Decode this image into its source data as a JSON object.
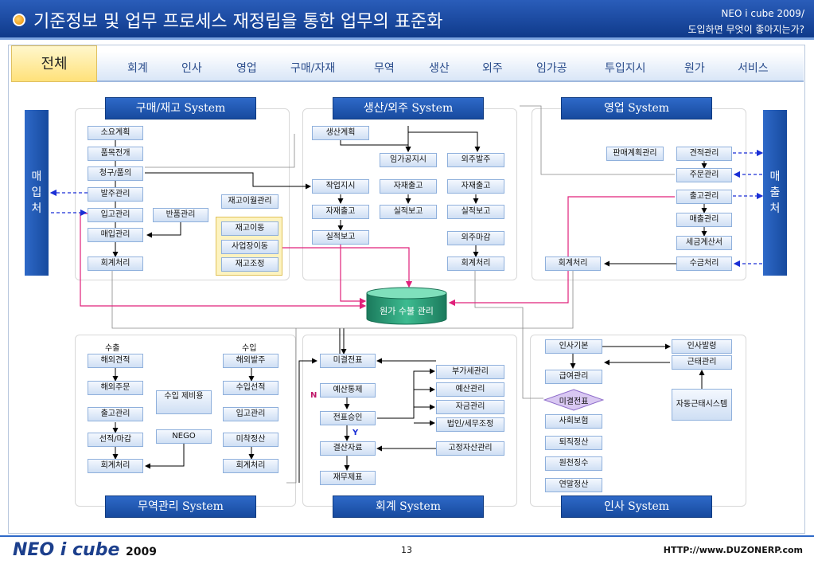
{
  "header": {
    "title": "기준정보 및 업무 프로세스 재정립을 통한 업무의 표준화",
    "sub1": "NEO i cube 2009/",
    "sub2": "도입하면 무엇이 좋아지는가?"
  },
  "tabs": {
    "active": "전체",
    "items": [
      "회계",
      "인사",
      "영업",
      "구매/자재",
      "무역",
      "생산",
      "외주",
      "임가공",
      "투입지시",
      "원가",
      "서비스"
    ]
  },
  "side": {
    "left": [
      "매",
      "입",
      "처"
    ],
    "right": [
      "매",
      "출",
      "처"
    ]
  },
  "panels": {
    "purchase": "구매/재고 System",
    "production": "생산/외주 System",
    "sales": "영업 System",
    "trade": "무역관리 System",
    "accounting": "회계 System",
    "hr": "인사 System"
  },
  "purchase": [
    "소요계획",
    "품목전개",
    "청구/품의",
    "발주관리",
    "입고관리",
    "매입관리",
    "회계처리",
    "반품관리",
    "재고이월관리",
    "재고이동",
    "사업장이동",
    "재고조정"
  ],
  "production": [
    "생산계획",
    "임가공지시",
    "외주발주",
    "작업지시",
    "자재출고",
    "자재출고",
    "자재출고",
    "실적보고",
    "실적보고",
    "실적보고",
    "외주마감",
    "회계처리"
  ],
  "sales": [
    "판매계획관리",
    "견적관리",
    "주문관리",
    "출고관리",
    "매출관리",
    "세금계산서",
    "회계처리",
    "수금처리"
  ],
  "cost_db": "원가 수불 관리",
  "trade": {
    "export_label": "수출",
    "import_label": "수입",
    "export": [
      "해외견적",
      "해외주문",
      "출고관리",
      "선적/마감",
      "회계처리"
    ],
    "import": [
      "해외발주",
      "수입선적",
      "입고관리",
      "미착정산",
      "회계처리"
    ],
    "import_cost": "수입 제비용",
    "nego": "NEGO"
  },
  "accounting": {
    "left": [
      "미결전표",
      "예산통제",
      "전표승인",
      "결산자료",
      "재무제표"
    ],
    "right": [
      "부가세관리",
      "예산관리",
      "자금관리",
      "법인/세무조정",
      "고정자산관리"
    ],
    "n": "N",
    "y": "Y"
  },
  "hr": [
    "인사기본",
    "급여관리",
    "미결전표",
    "사회보험",
    "퇴직정산",
    "원천징수",
    "연말정산",
    "인사발령",
    "근태관리",
    "자동근태시스템"
  ],
  "footer": {
    "logo": "NEO i cube",
    "year": "2009",
    "page": "13",
    "url": "HTTP://www.DUZONERP.com"
  },
  "colors": {
    "primary": "#1f57b5",
    "magenta": "#e0207a",
    "db": "#2e9e7a",
    "active_tab": "#ffe17a"
  }
}
